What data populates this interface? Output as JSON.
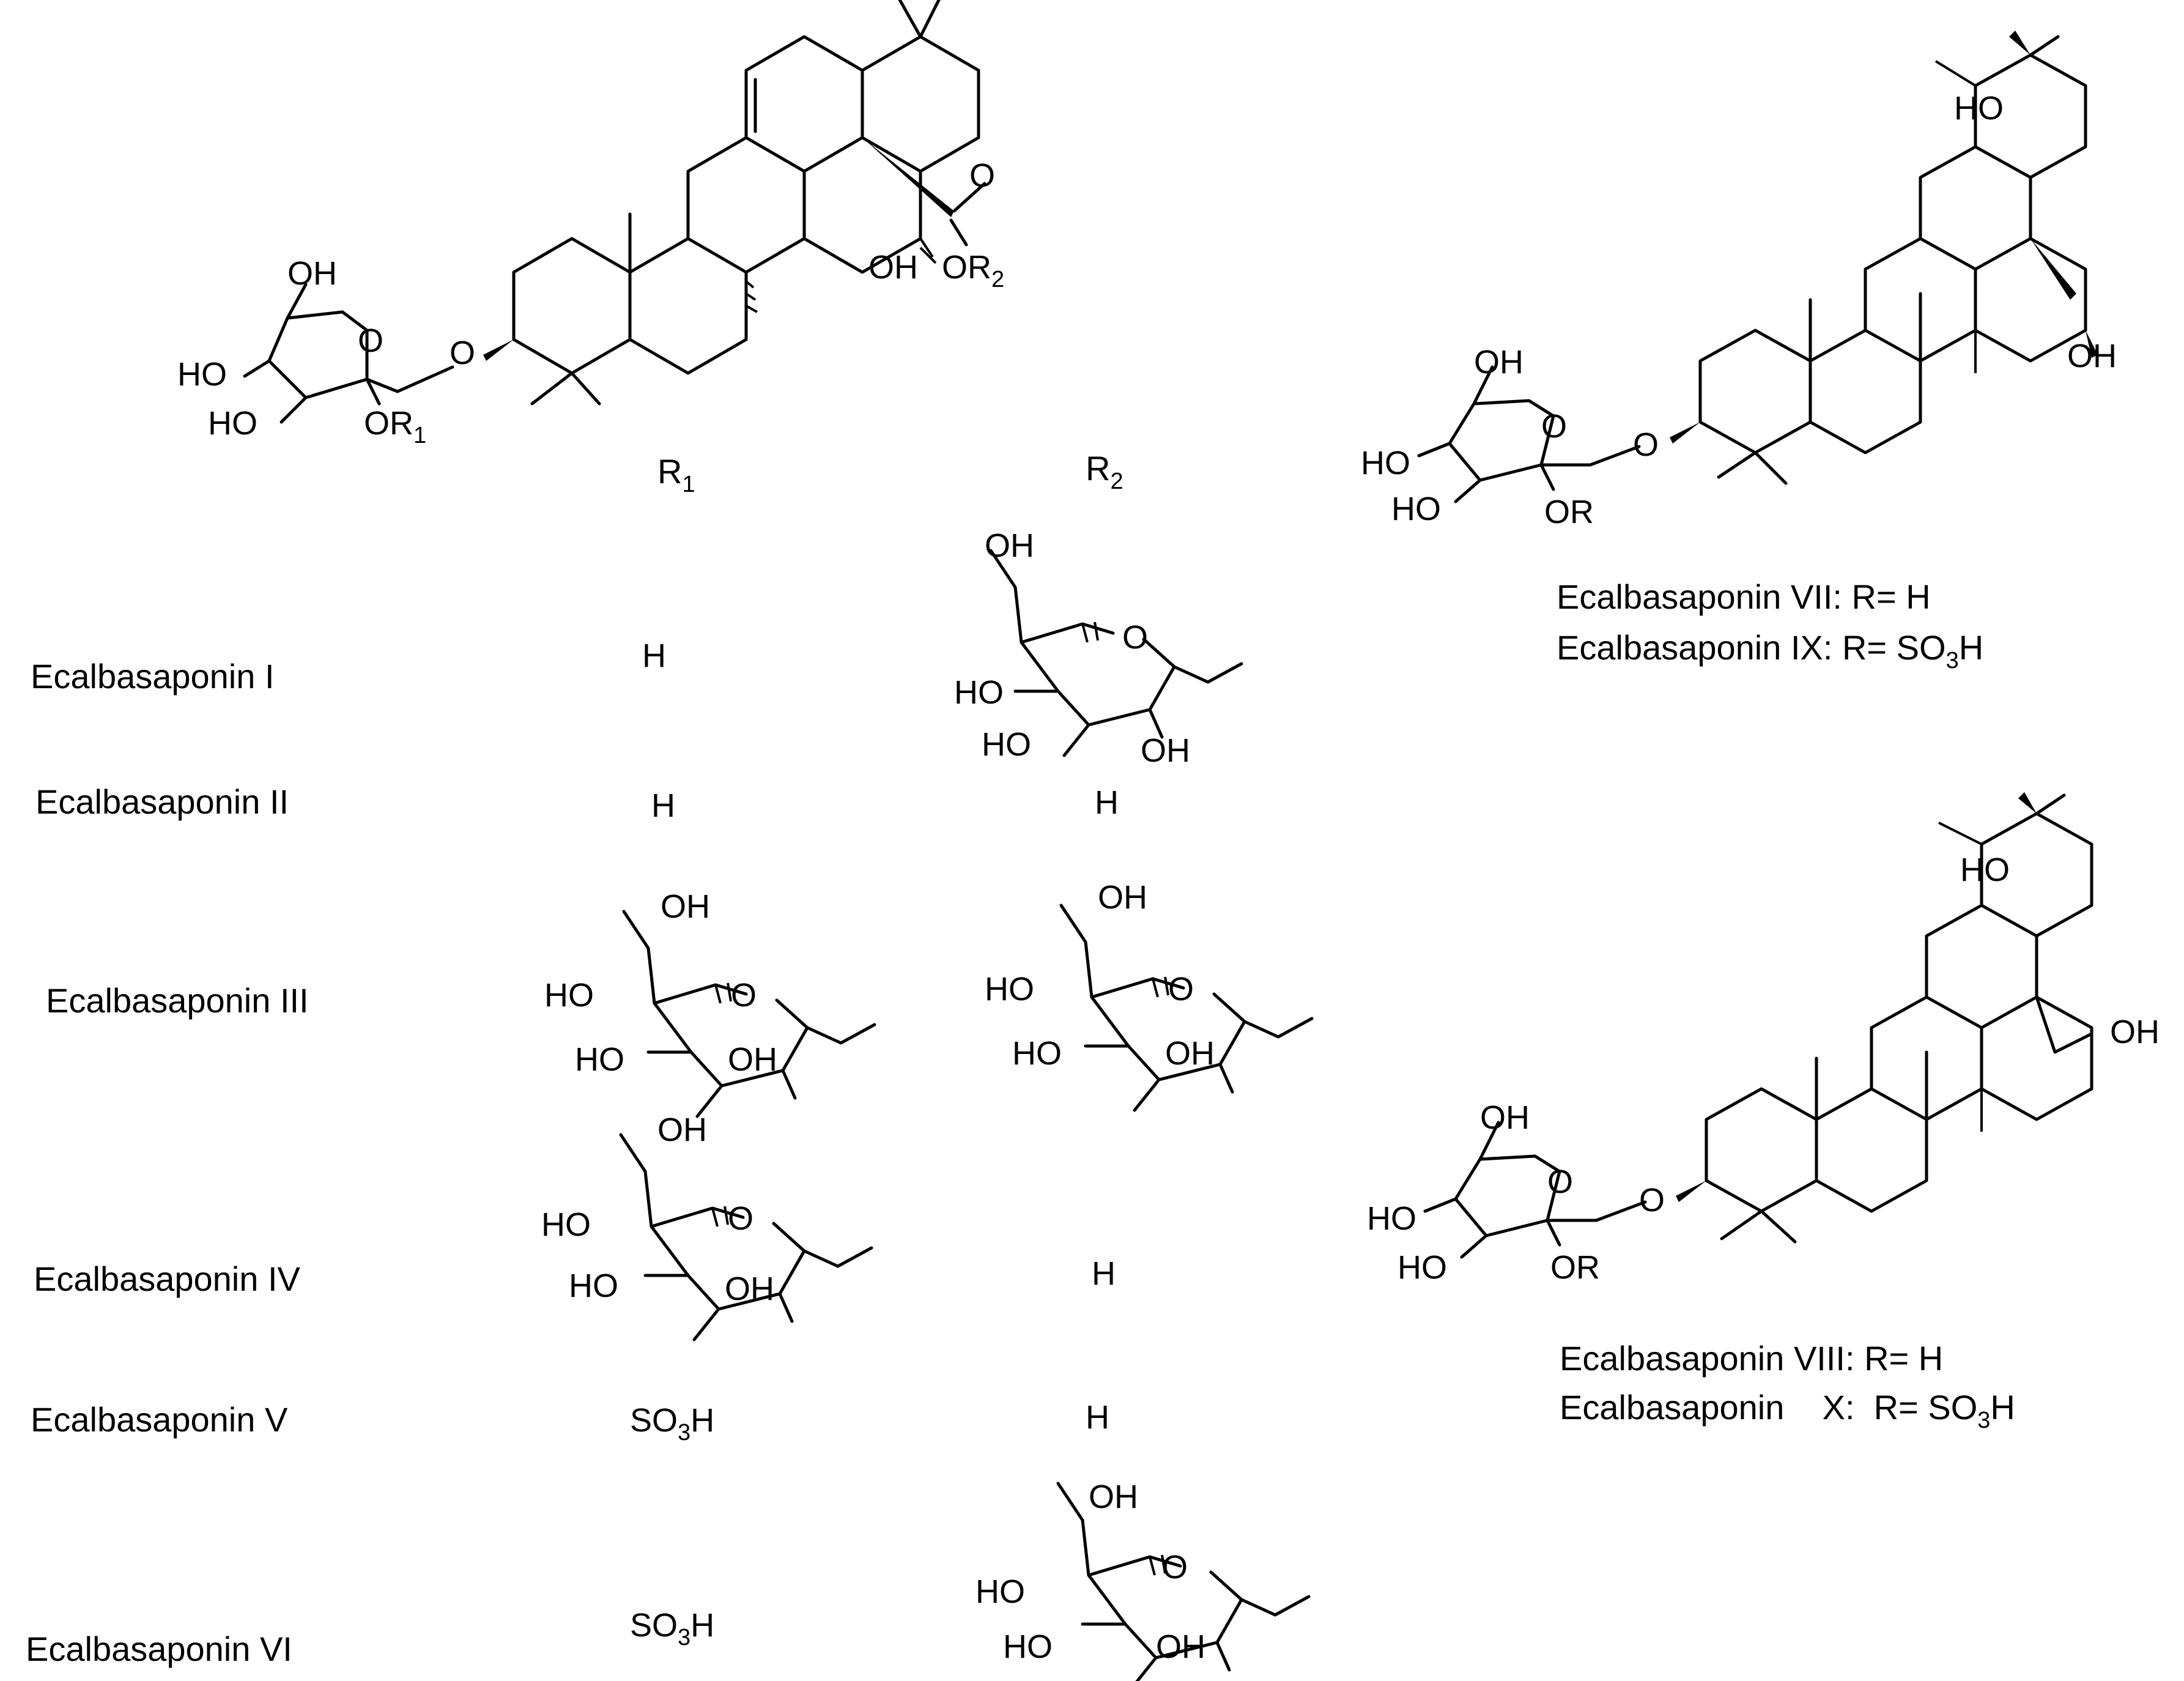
{
  "header": {
    "r1_label": "R",
    "r1_sub": "1",
    "r2_label": "R",
    "r2_sub": "2"
  },
  "rows": [
    {
      "name": "Ecalbasaponin I",
      "r1": "H",
      "r2": "glucose"
    },
    {
      "name": "Ecalbasaponin II",
      "r1": "H",
      "r2": "H"
    },
    {
      "name": "Ecalbasaponin III",
      "r1": "glucose",
      "r2": "glucose"
    },
    {
      "name": "Ecalbasaponin IV",
      "r1": "glucose",
      "r2": "H"
    },
    {
      "name": "Ecalbasaponin V",
      "r1": "SO3H",
      "r2": "H"
    },
    {
      "name": "Ecalbasaponin VI",
      "r1": "SO3H",
      "r2": "glucose"
    }
  ],
  "atoms": {
    "OH": "OH",
    "HO": "HO",
    "O": "O",
    "H": "H",
    "OR": "OR",
    "O_sub": "O",
    "SO": "SO",
    "s3": "3",
    "OR1": "OR",
    "sub1": "1",
    "OR2": "OR",
    "sub2": "2"
  },
  "compounds_right": {
    "top": {
      "line1": "Ecalbasaponin VII: R= H",
      "line2_prefix": "Ecalbasaponin IX:  R= SO",
      "line2_sub": "3",
      "line2_suffix": "H"
    },
    "bottom": {
      "line1": "Ecalbasaponin VIII: R= H",
      "line2_prefix": "Ecalbasaponin    X:  R= SO",
      "line2_sub": "3",
      "line2_suffix": "H"
    }
  }
}
